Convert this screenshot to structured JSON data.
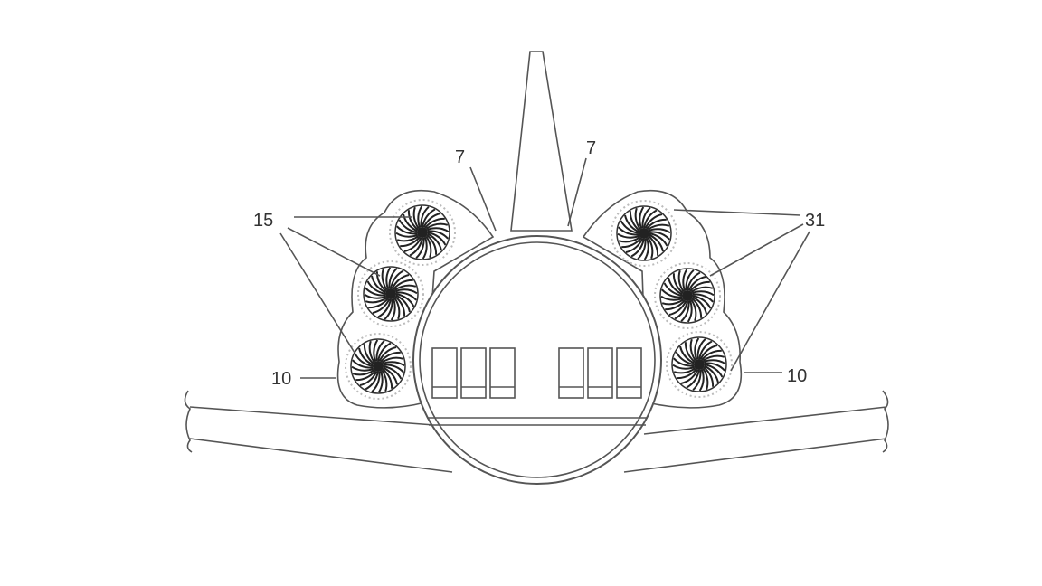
{
  "figure": {
    "labels": {
      "pylon_left": "7",
      "pylon_right": "7",
      "engines_left": "15",
      "engines_right": "31",
      "nacelle_left": "10",
      "nacelle_right": "10"
    },
    "colors": {
      "line": "#555555",
      "ink": "#333333"
    }
  }
}
